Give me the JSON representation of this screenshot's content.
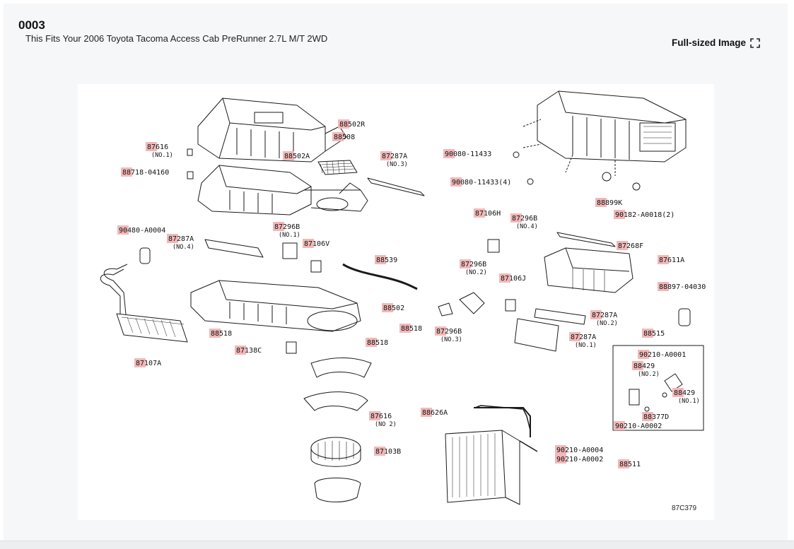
{
  "header": {
    "diagram_number": "0003",
    "fits_text": "This Fits Your 2006 Toyota Tacoma Access Cab PreRunner 2.7L M/T 2WD",
    "full_size_label": "Full-sized Image"
  },
  "diagram": {
    "code": "87C379",
    "callouts": [
      {
        "num": "88502R"
      },
      {
        "num": "88508"
      },
      {
        "num": "87616",
        "sub": "(NO.1)"
      },
      {
        "num": "88502A"
      },
      {
        "num": "87287A",
        "sub": "(NO.3)"
      },
      {
        "num": "88718-04160"
      },
      {
        "num": "90080-11433"
      },
      {
        "num": "90080-11433(4)"
      },
      {
        "num": "88899K"
      },
      {
        "num": "90182-A0018(2)"
      },
      {
        "num": "90480-A0004"
      },
      {
        "num": "87287A",
        "sub": "(NO.4)"
      },
      {
        "num": "87296B",
        "sub": "(NO.1)"
      },
      {
        "num": "87106V"
      },
      {
        "num": "87106H"
      },
      {
        "num": "87296B",
        "sub": "(NO.4)"
      },
      {
        "num": "87268F"
      },
      {
        "num": "87611A"
      },
      {
        "num": "88539"
      },
      {
        "num": "87296B",
        "sub": "(NO.2)"
      },
      {
        "num": "87106J"
      },
      {
        "num": "88897-04030"
      },
      {
        "num": "88502"
      },
      {
        "num": "87287A",
        "sub": "(NO.2)"
      },
      {
        "num": "88518"
      },
      {
        "num": "88518"
      },
      {
        "num": "87296B",
        "sub": "(NO.3)"
      },
      {
        "num": "87287A",
        "sub": "(NO.1)"
      },
      {
        "num": "88518"
      },
      {
        "num": "88515"
      },
      {
        "num": "87138C"
      },
      {
        "num": "87107A"
      },
      {
        "num": "90210-A0001"
      },
      {
        "num": "88429",
        "sub": "(NO.2)"
      },
      {
        "num": "88429",
        "sub": "(NO.1)"
      },
      {
        "num": "88377D"
      },
      {
        "num": "90210-A0002"
      },
      {
        "num": "87616",
        "sub": "(NO 2)"
      },
      {
        "num": "88626A"
      },
      {
        "num": "87103B"
      },
      {
        "num": "90210-A0004"
      },
      {
        "num": "90210-A0002"
      },
      {
        "num": "88511"
      }
    ]
  }
}
